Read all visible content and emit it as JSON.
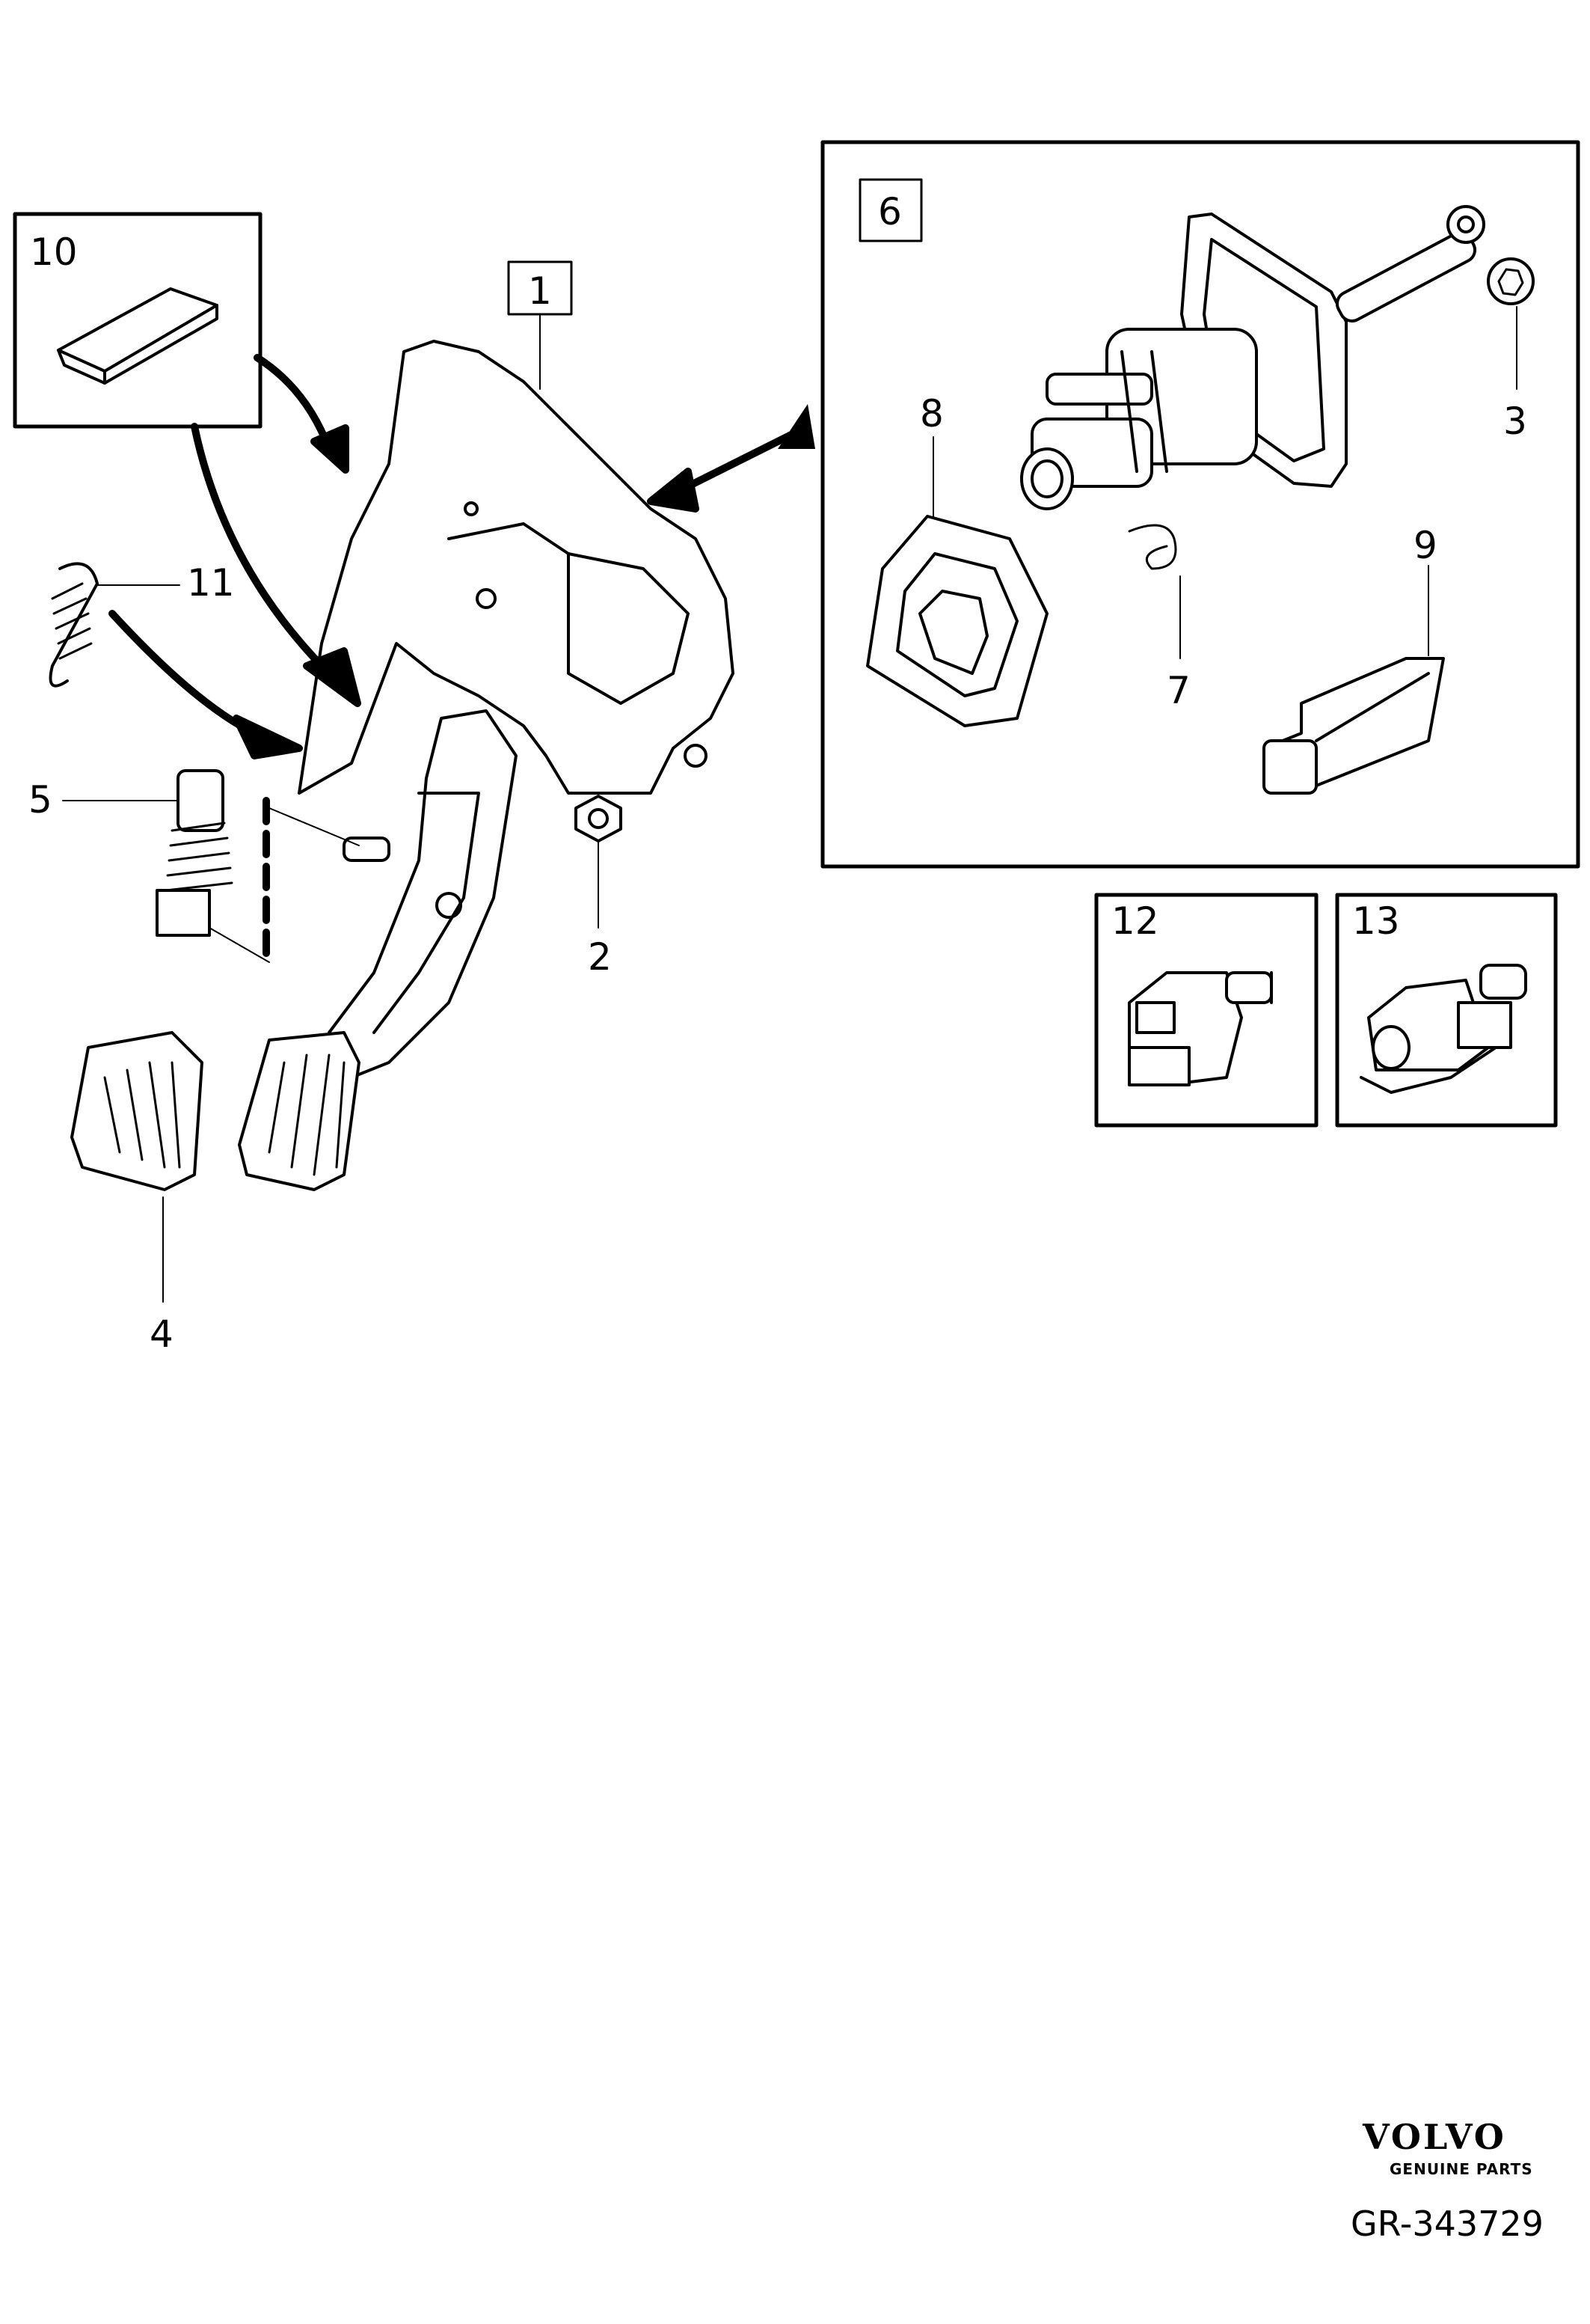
{
  "callouts": {
    "c1": "1",
    "c2": "2",
    "c3": "3",
    "c4": "4",
    "c5": "5",
    "c6": "6",
    "c7": "7",
    "c8": "8",
    "c9": "9",
    "c10": "10",
    "c11": "11",
    "c12": "12",
    "c13": "13"
  },
  "brand": {
    "logo_text": "VOLVO",
    "tagline": "GENUINE PARTS"
  },
  "reference": "GR-343729"
}
